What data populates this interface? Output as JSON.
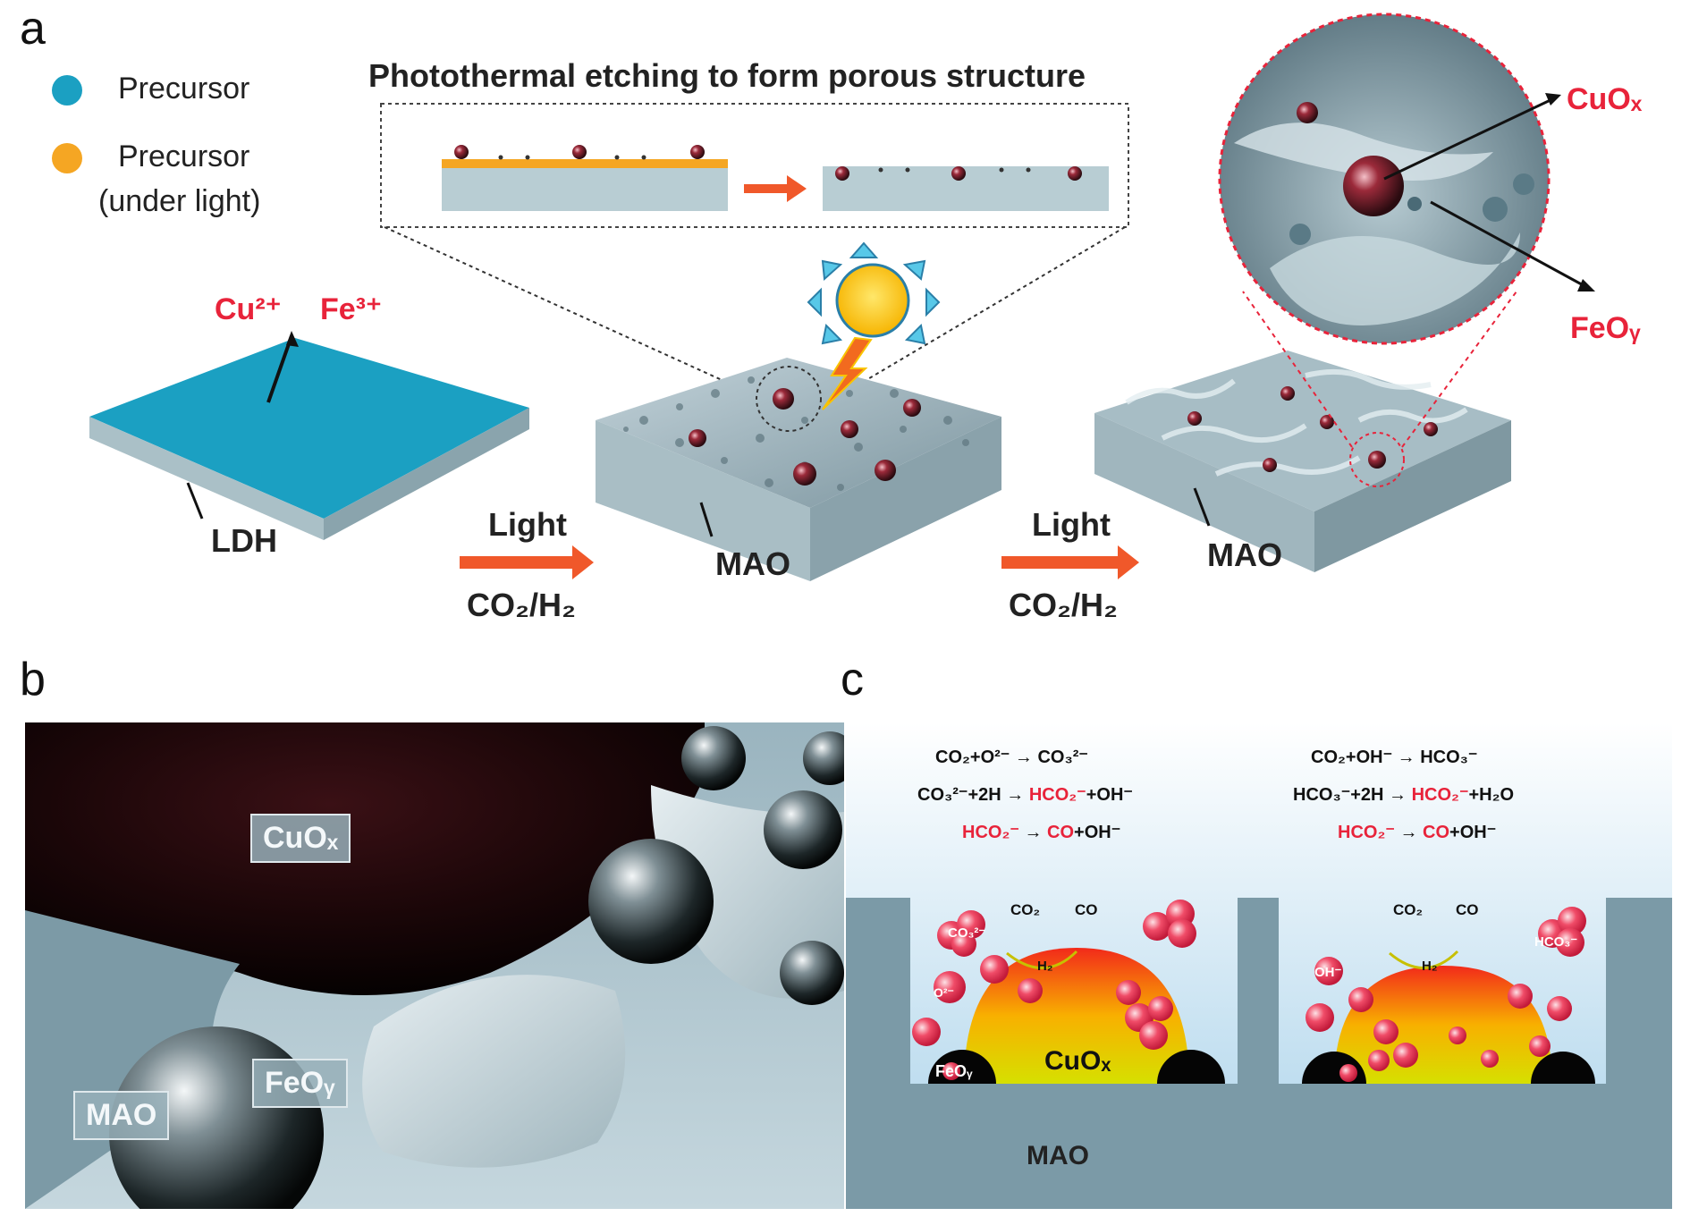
{
  "panels": {
    "a": "a",
    "b": "b",
    "c": "c"
  },
  "panel_a": {
    "legend": [
      {
        "label": "Precursor",
        "color": "#1ba0c2"
      },
      {
        "label": "Precursor",
        "label2": "(under light)",
        "color": "#f5a623"
      }
    ],
    "inset_title": "Photothermal etching to form porous structure",
    "ions": {
      "cu": "Cu²⁺",
      "fe": "Fe³⁺"
    },
    "ldh_label": "LDH",
    "mao_label_1": "MAO",
    "mao_label_2": "MAO",
    "arrow1": {
      "top": "Light",
      "bottom": "CO₂/H₂"
    },
    "arrow2": {
      "top": "Light",
      "bottom": "CO₂/H₂"
    },
    "zoom_labels": {
      "cuox": "CuOₓ",
      "feoy": "FeOᵧ"
    }
  },
  "panel_b": {
    "cuox": "CuOₓ",
    "feoy": "FeOᵧ",
    "mao": "MAO"
  },
  "panel_c": {
    "left_equations": [
      {
        "parts": [
          {
            "t": "CO₂+O²⁻ → CO₃²⁻",
            "red": false
          }
        ]
      },
      {
        "parts": [
          {
            "t": "CO₃²⁻+2H → ",
            "red": false
          },
          {
            "t": "HCO₂⁻",
            "red": true
          },
          {
            "t": "+OH⁻",
            "red": false
          }
        ]
      },
      {
        "parts": [
          {
            "t": "HCO₂⁻",
            "red": true
          },
          {
            "t": " → ",
            "red": false
          },
          {
            "t": "CO",
            "red": true
          },
          {
            "t": "+OH⁻",
            "red": false
          }
        ]
      }
    ],
    "right_equations": [
      {
        "parts": [
          {
            "t": "CO₂+OH⁻ → HCO₃⁻",
            "red": false
          }
        ]
      },
      {
        "parts": [
          {
            "t": "HCO₃⁻+2H → ",
            "red": false
          },
          {
            "t": "HCO₂⁻",
            "red": true
          },
          {
            "t": "+H₂O",
            "red": false
          }
        ]
      },
      {
        "parts": [
          {
            "t": "HCO₂⁻",
            "red": true
          },
          {
            "t": " → ",
            "red": false
          },
          {
            "t": "CO",
            "red": true
          },
          {
            "t": "+OH⁻",
            "red": false
          }
        ]
      }
    ],
    "left_well": {
      "co2": "CO₂",
      "co": "CO",
      "h2": "H₂",
      "co3": "CO₃²⁻",
      "o": "O²⁻",
      "feoy": "FeOᵧ",
      "cuox": "CuOₓ"
    },
    "right_well": {
      "co2": "CO₂",
      "co": "CO",
      "h2": "H₂",
      "oh": "OH⁻",
      "hco3": "HCO₃⁻"
    },
    "mao": "MAO"
  },
  "colors": {
    "accent_red": "#e8233a",
    "arrow_orange": "#f0582a",
    "precursor_blue": "#1ba0c2",
    "precursor_orange": "#f5a623"
  }
}
